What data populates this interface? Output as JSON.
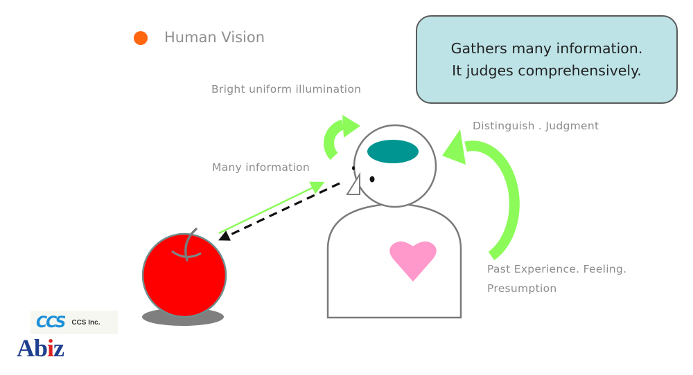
{
  "header": {
    "bullet_color": "#ff6610",
    "title": "Human Vision"
  },
  "callout": {
    "line1": "Gathers many information.",
    "line2": "It judges comprehensively.",
    "background": "#bde3e6"
  },
  "labels": {
    "illumination": "Bright uniform illumination",
    "information": "Many information",
    "judgment": "Distinguish . Judgment",
    "experience_line1": "Past Experience. Feeling.",
    "experience_line2": "Presumption"
  },
  "colors": {
    "arrow_green": "#8cfb5a",
    "brain_teal": "#009590",
    "heart_pink": "#ff99cc",
    "apple_red": "#ff0000",
    "shadow_gray": "#7f7f7f",
    "outline_gray": "#7a7a7a"
  },
  "illustration": {
    "figure": "person",
    "object": "apple",
    "icons": [
      "brain-icon",
      "heart-icon",
      "eye-icon",
      "apple-icon"
    ]
  },
  "logos": {
    "ccs_mark": "CCS",
    "ccs_company": "CCS Inc.",
    "abiz_prefix": "Ab",
    "abiz_i": "i",
    "abiz_suffix": "z"
  }
}
